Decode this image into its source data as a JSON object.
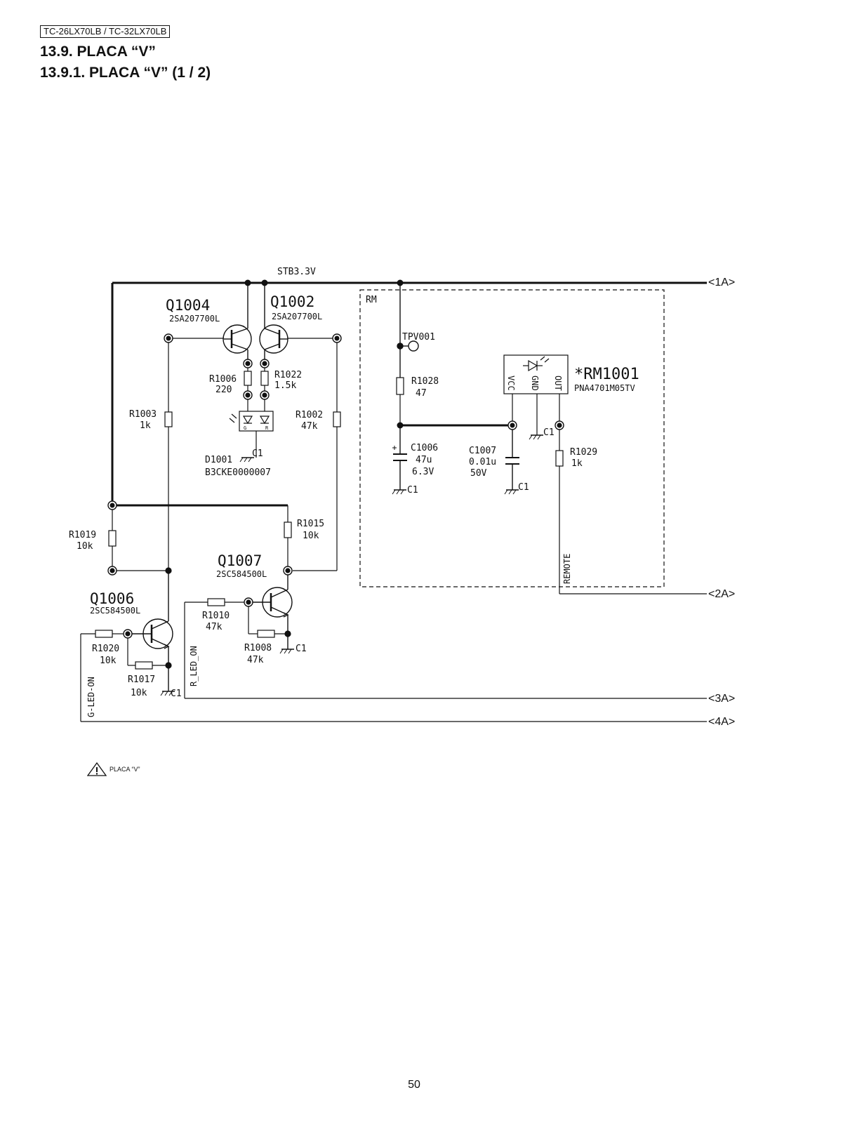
{
  "header": {
    "model": "TC-26LX70LB / TC-32LX70LB",
    "section_title": "13.9. PLACA “V”",
    "subsection_title": "13.9.1. PLACA “V” (1 / 2)"
  },
  "footer": {
    "warning_text": "PLACA “V”",
    "page_number": "50"
  },
  "diagram": {
    "net_stb": "STB3.3V",
    "block_rm": "RM",
    "connectors": [
      "<1A>",
      "<2A>",
      "<3A>",
      "<4A>"
    ],
    "signals": [
      "G-LED-ON",
      "R_LED_ON",
      "REMOTE"
    ],
    "transistors": [
      {
        "ref": "Q1004",
        "part": "2SA207700L"
      },
      {
        "ref": "Q1002",
        "part": "2SA207700L"
      },
      {
        "ref": "Q1007",
        "part": "2SC584500L"
      },
      {
        "ref": "Q1006",
        "part": "2SC584500L"
      }
    ],
    "resistors": [
      {
        "ref": "R1006",
        "value": "220"
      },
      {
        "ref": "R1022",
        "value": "1.5k"
      },
      {
        "ref": "R1003",
        "value": "1k"
      },
      {
        "ref": "R1002",
        "value": "47k"
      },
      {
        "ref": "R1028",
        "value": "47"
      },
      {
        "ref": "R1029",
        "value": "1k"
      },
      {
        "ref": "R1019",
        "value": "10k"
      },
      {
        "ref": "R1015",
        "value": "10k"
      },
      {
        "ref": "R1010",
        "value": "47k"
      },
      {
        "ref": "R1008",
        "value": "47k"
      },
      {
        "ref": "R1020",
        "value": "10k"
      },
      {
        "ref": "R1017",
        "value": "10k"
      }
    ],
    "capacitors": [
      {
        "ref": "C1006",
        "value": "47u",
        "voltage": "6.3V"
      },
      {
        "ref": "C1007",
        "value": "0.01u",
        "voltage": "50V"
      }
    ],
    "led": {
      "ref": "D1001",
      "part": "B3CKE0000007",
      "pin_g": "G",
      "pin_r": "R"
    },
    "module": {
      "ref": "*RM1001",
      "part": "PNA4701M05TV",
      "pins": [
        "VCC",
        "GND",
        "OUT"
      ]
    },
    "test_point": "TPV001",
    "ground": "C1"
  }
}
